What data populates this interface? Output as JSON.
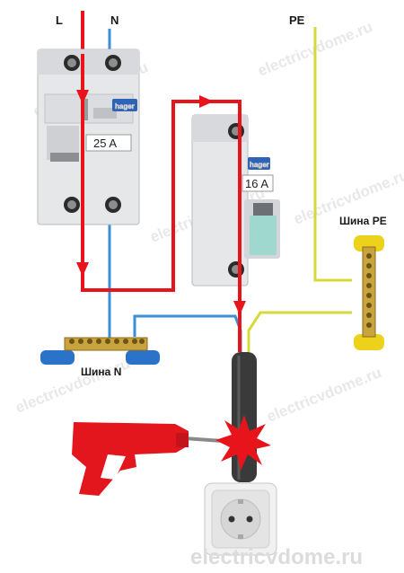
{
  "labels": {
    "live": "L",
    "neutral": "N",
    "earth": "PE",
    "rcd_rating": "25 A",
    "breaker_rating": "16 A",
    "bus_neutral": "Шина N",
    "bus_earth": "Шина PE"
  },
  "watermark": "electricvdome.ru",
  "brand_logo": "hager",
  "colors": {
    "live_wire": "#e8141b",
    "neutral_wire": "#3b8fd6",
    "earth_wire": "#d7d93a",
    "cable": "#3a3a3a",
    "device_body": "#e6e7e9",
    "bus_brass": "#c9a43e",
    "bus_blue": "#2a73c9",
    "bus_yellow": "#ecd21b",
    "drill": "#e2161c"
  },
  "icons": [
    "drill-icon",
    "spark-icon",
    "socket-icon",
    "arrow-icon"
  ]
}
